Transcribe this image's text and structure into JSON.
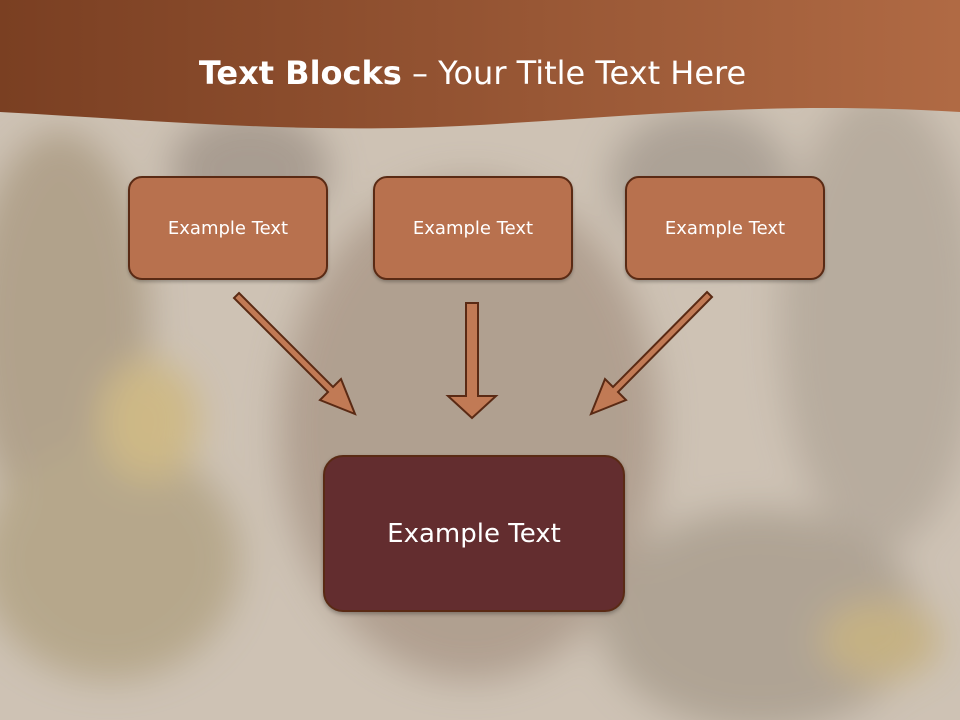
{
  "slide": {
    "title_bold": "Text Blocks",
    "title_dash": " – ",
    "title_rest": "Your Title Text Here"
  },
  "blocks": [
    {
      "label": "Example Text"
    },
    {
      "label": "Example Text"
    },
    {
      "label": "Example Text"
    }
  ],
  "target": {
    "label": "Example Text"
  },
  "colors": {
    "header": "#8b4a2a",
    "block_fill": "#b8714e",
    "target_fill": "#632d2f",
    "arrow": "#c17a55"
  }
}
